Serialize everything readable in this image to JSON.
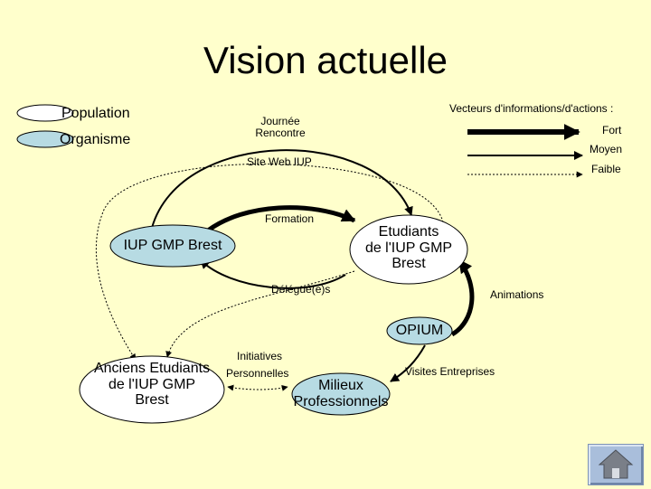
{
  "title": "Vision actuelle",
  "legend": {
    "population": "Population",
    "organisme": "Organisme",
    "vectors_title": "Vecteurs d'informations/d'actions :",
    "fort": "Fort",
    "moyen": "Moyen",
    "faible": "Faible"
  },
  "colors": {
    "background": "#ffffcc",
    "organisme_fill": "#b7dbe3",
    "population_fill": "#ffffff"
  },
  "nodes": {
    "iup": "IUP GMP Brest",
    "etudiants": [
      "Etudiants",
      "de l'IUP GMP",
      "Brest"
    ],
    "opium": "OPIUM",
    "anciens": [
      "Anciens Etudiants",
      "de l'IUP GMP",
      "Brest"
    ],
    "milieux": [
      "Milieux",
      "Professionnels"
    ]
  },
  "links": {
    "journee": [
      "Journée",
      "Rencontre"
    ],
    "site_web": "Site Web IUP",
    "formation": "Formation",
    "delegues": "Délégué(e)s",
    "animations": "Animations",
    "initiatives": [
      "Initiatives",
      "Personnelles"
    ],
    "visites": "Visites Entreprises"
  },
  "nav": {
    "home_icon": "home-icon"
  }
}
